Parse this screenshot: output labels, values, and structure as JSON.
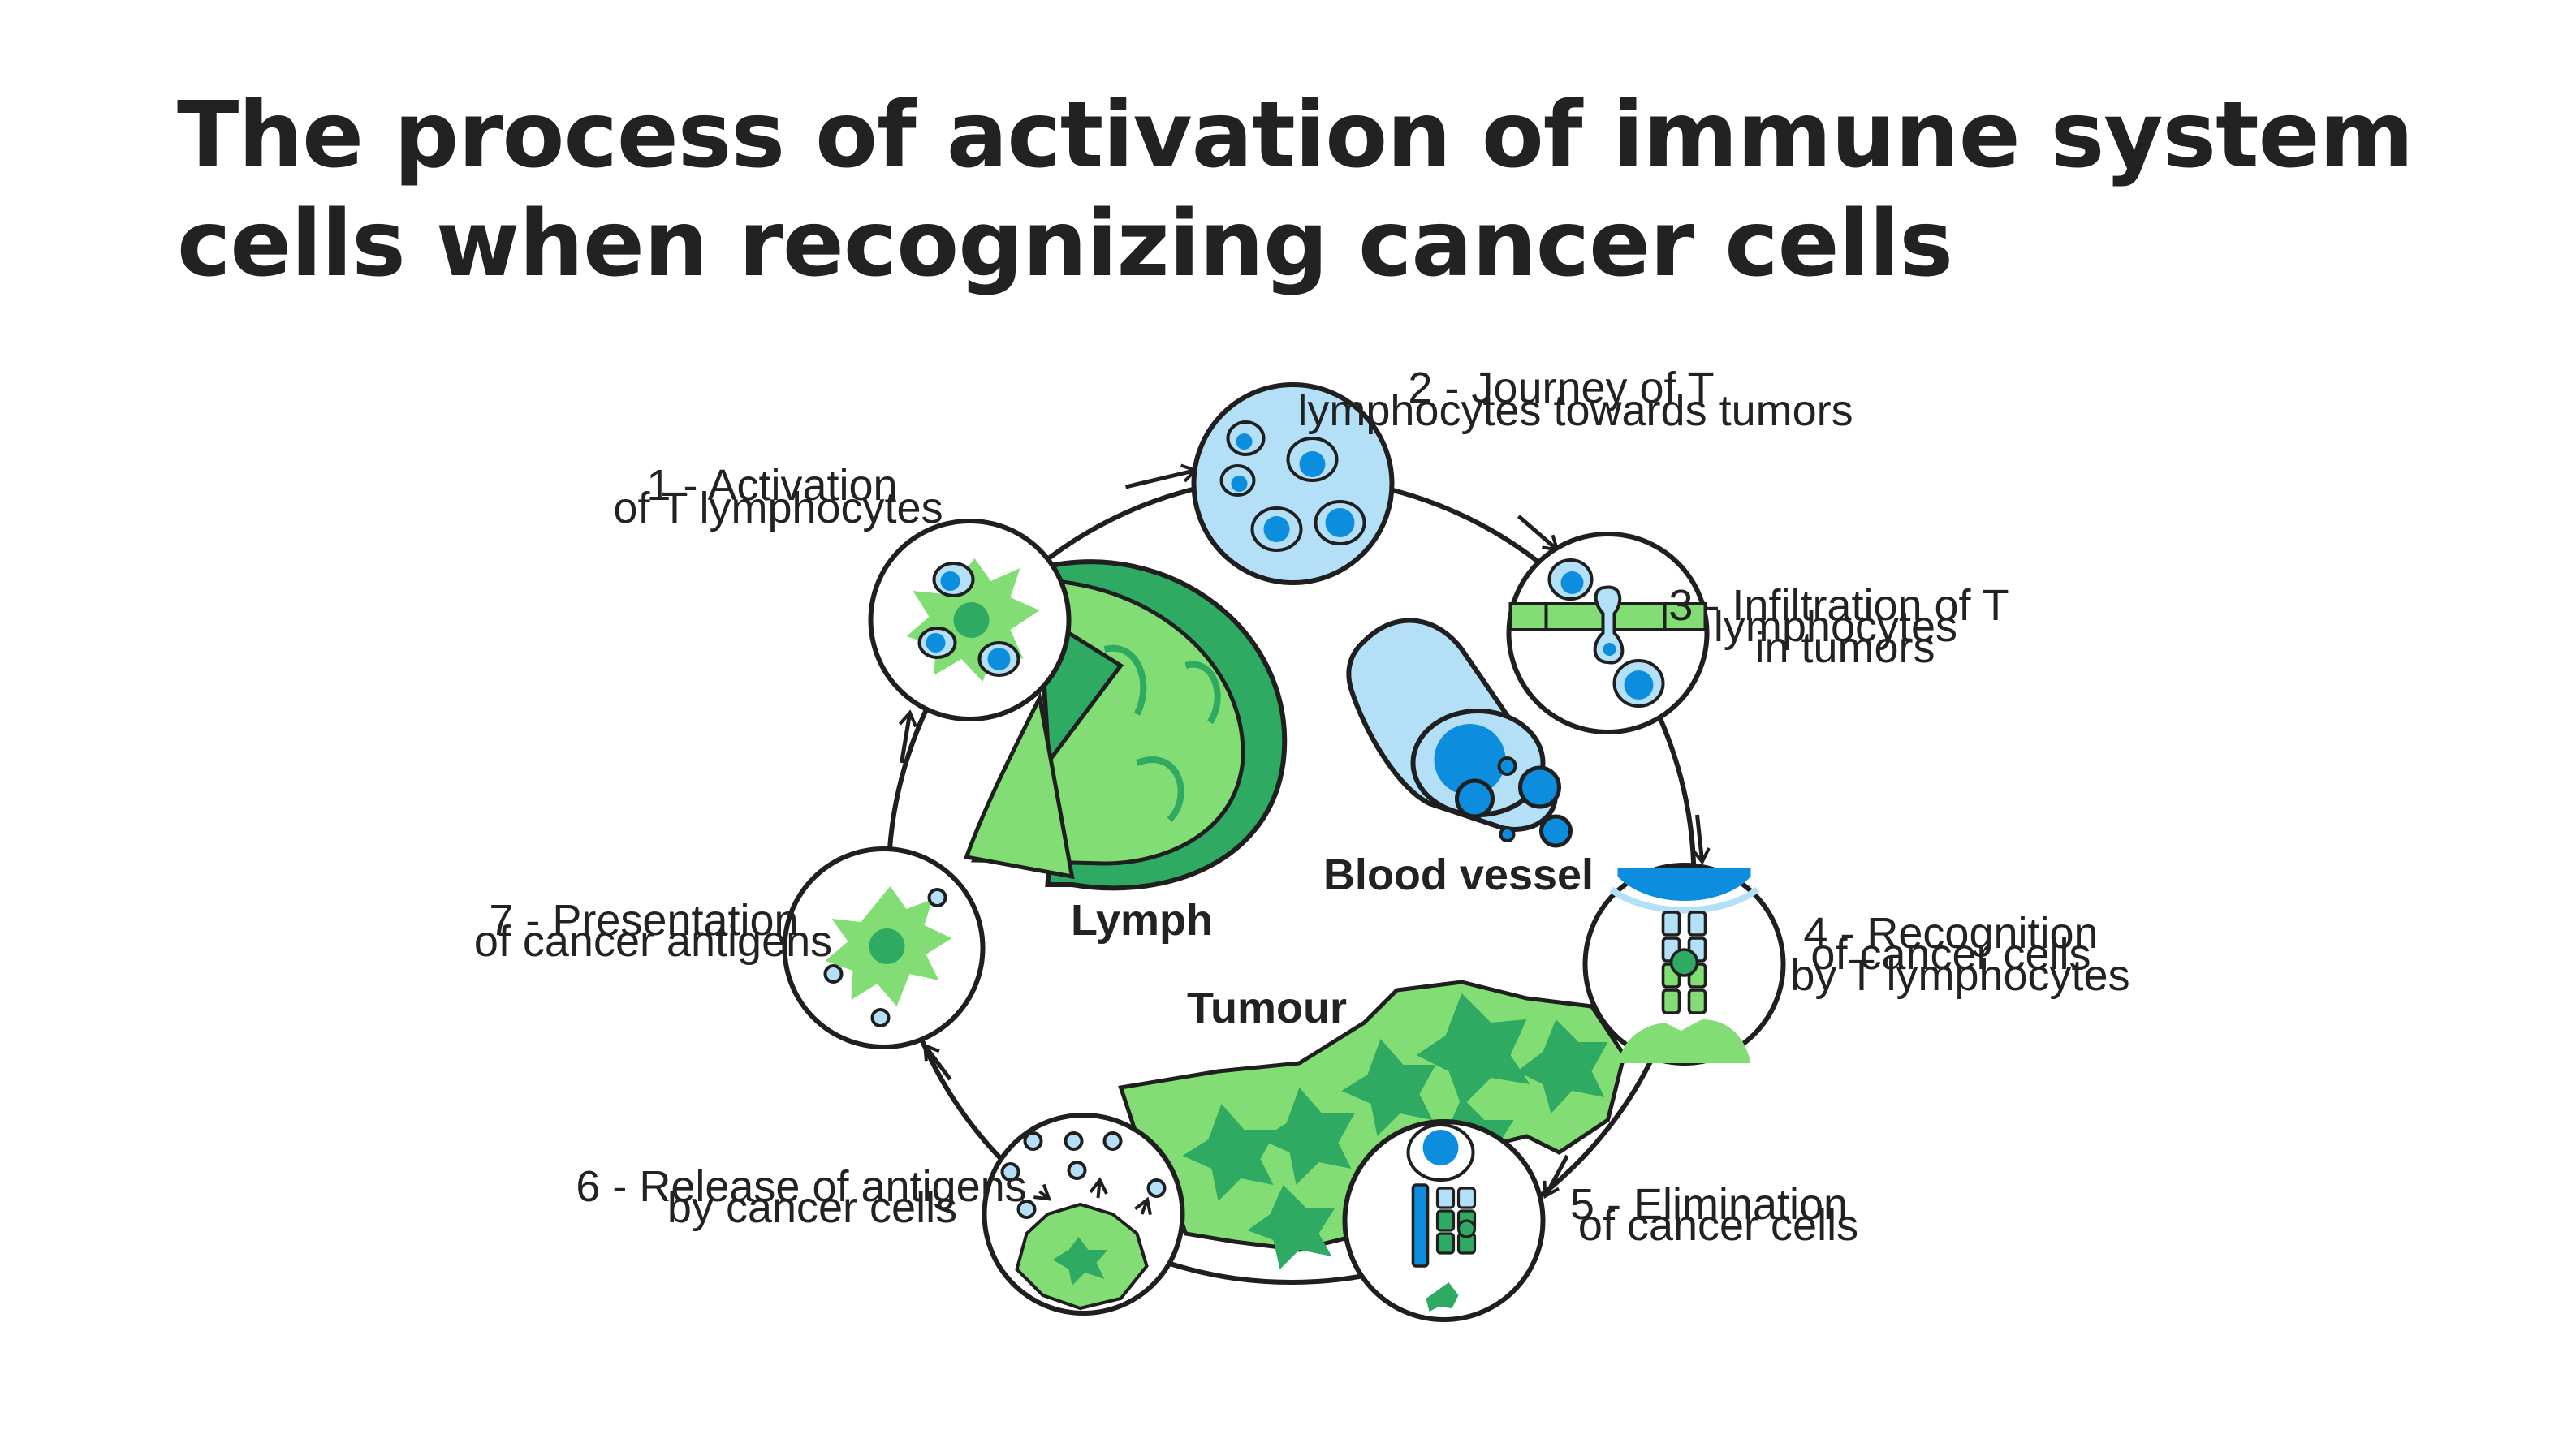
{
  "title": {
    "line1": "The process of activation of immune system",
    "line2": "cells when recognizing cancer cells"
  },
  "steps": [
    {
      "line1": "1 - Activation",
      "line2": "of T lymphocytes",
      "line3": ""
    },
    {
      "line1": "2 - Journey of T",
      "line2": "lymphocytes towards tumors",
      "line3": ""
    },
    {
      "line1": "3 - Infiltration of T",
      "line2": "lymphocytes",
      "line3": "in tumors"
    },
    {
      "line1": "4 - Recognition",
      "line2": "of cancer cells",
      "line3": "by T lymphocytes"
    },
    {
      "line1": "5 - Elimination",
      "line2": "of cancer cells",
      "line3": ""
    },
    {
      "line1": "6 - Release of antigens",
      "line2": "by cancer cells",
      "line3": ""
    },
    {
      "line1": "7 - Presentation",
      "line2": "of cancer antigens",
      "line3": ""
    }
  ],
  "regions": {
    "lymph": "Lymph",
    "blood_vessel": "Blood vessel",
    "tumour": "Tumour"
  },
  "colors": {
    "light_green": "#82dd74",
    "dark_green": "#2faa62",
    "light_blue": "#b3e0f7",
    "bright_blue": "#0d8ddd",
    "outline": "#1f1f1f"
  }
}
